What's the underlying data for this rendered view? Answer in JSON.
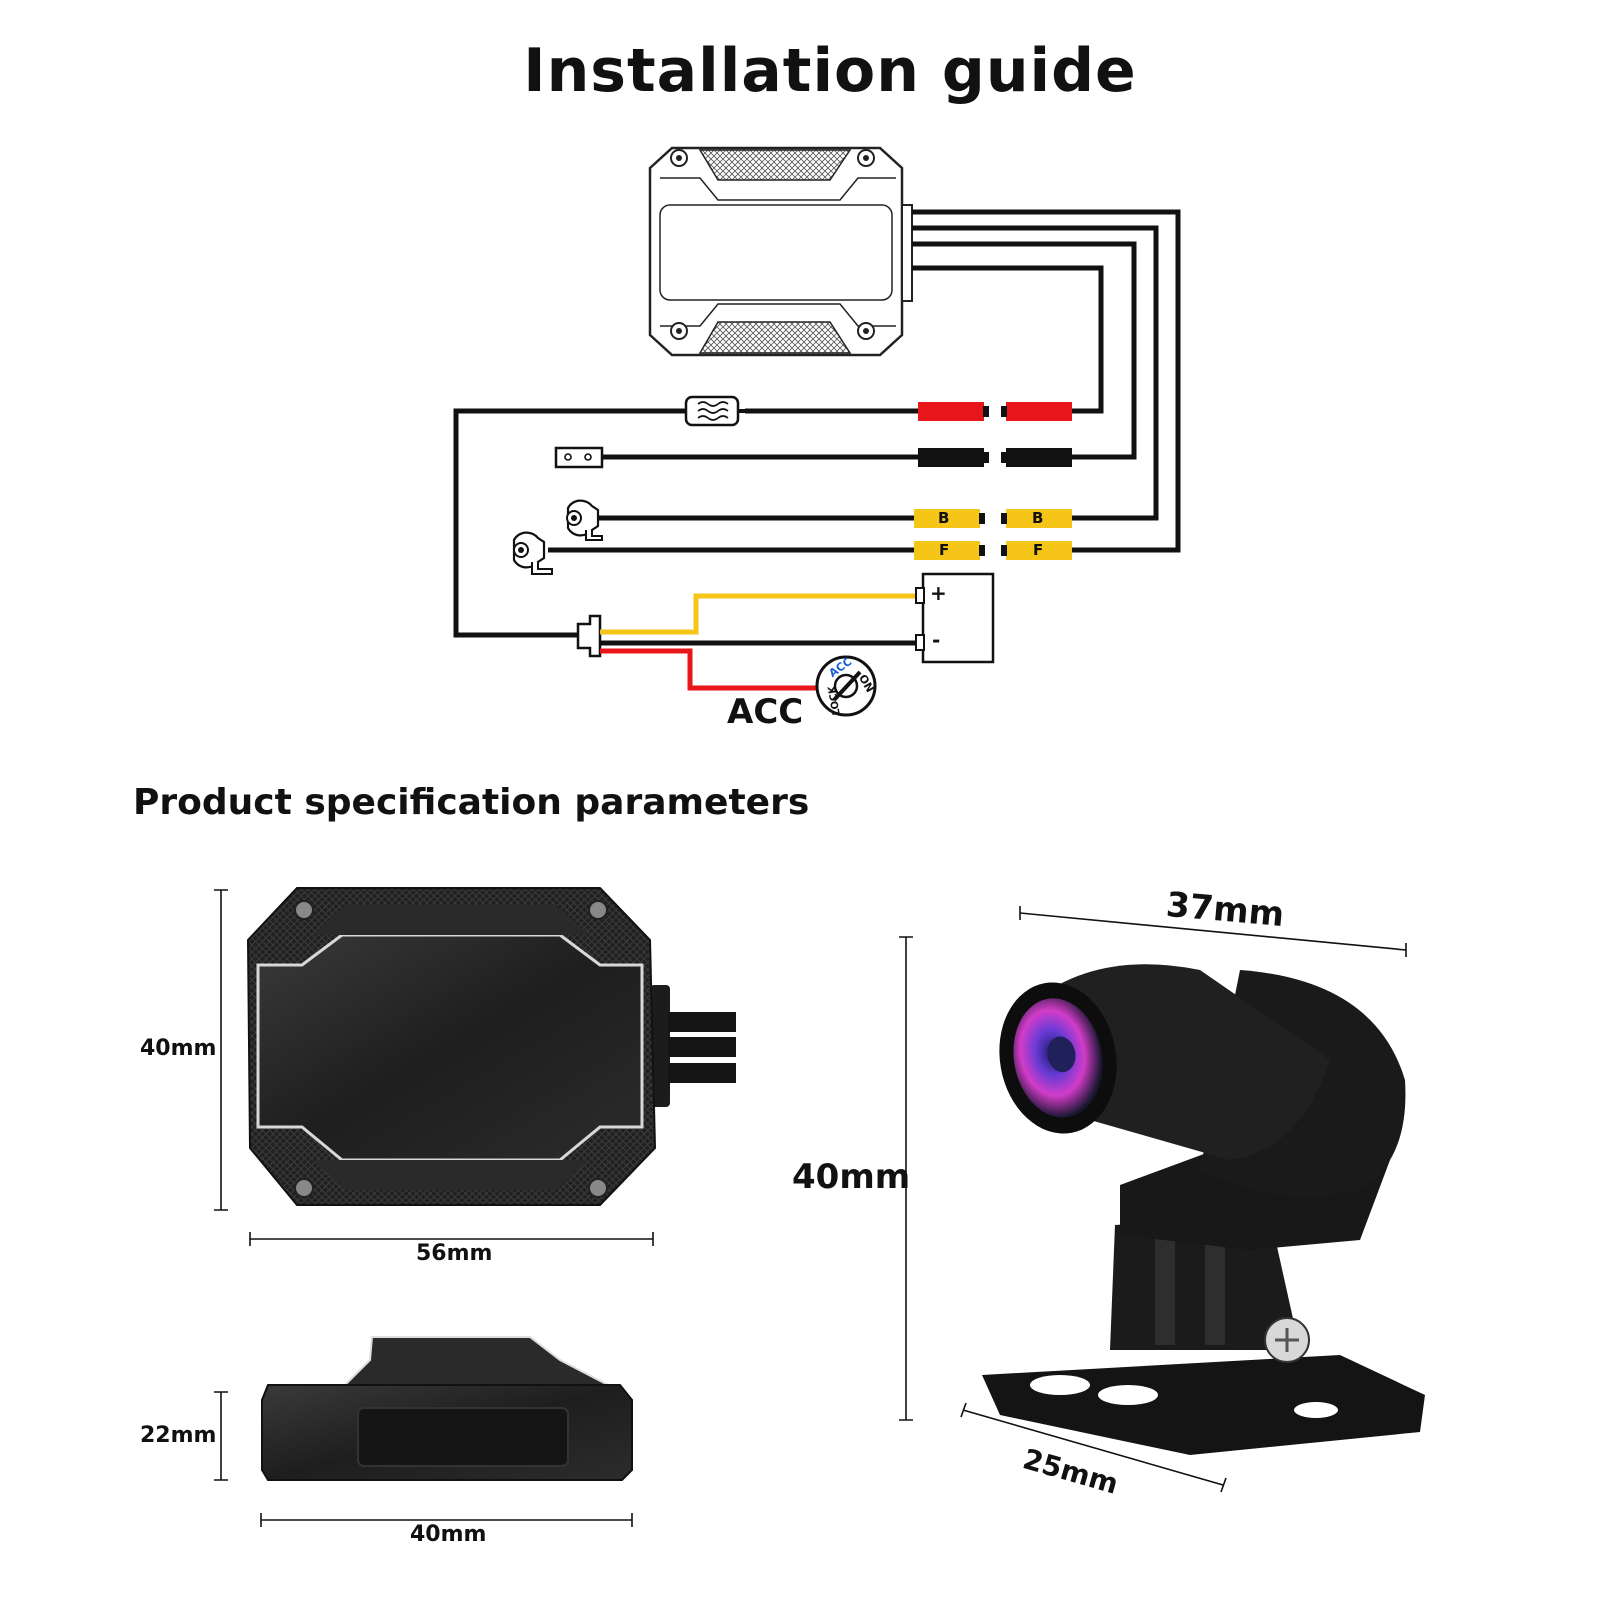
{
  "headings": {
    "installation": "Installation guide",
    "specification": "Product specification parameters"
  },
  "wiring": {
    "acc_label": "ACC",
    "ignition_marks": [
      "ACC",
      "ON",
      "LOCK"
    ],
    "camera_back_tag": "B",
    "camera_front_tag": "F",
    "battery_plus": "+",
    "battery_minus": "-",
    "wire_colors": {
      "power": "#e8161b",
      "ground": "#111111",
      "camera": "#f5c518",
      "acc": "#e8161b"
    }
  },
  "dimensions": {
    "dvr_height": "40mm",
    "dvr_width": "56mm",
    "dvr_thickness": "22mm",
    "dvr_depth": "40mm",
    "camera_width": "37mm",
    "camera_height": "40mm",
    "camera_base": "25mm"
  },
  "icons": [
    "dvr-unit-outline-icon",
    "fuse-icon",
    "usb-port-icon",
    "rear-camera-icon",
    "front-camera-icon",
    "battery-icon",
    "connector-plug-icon",
    "ignition-key-icon"
  ]
}
